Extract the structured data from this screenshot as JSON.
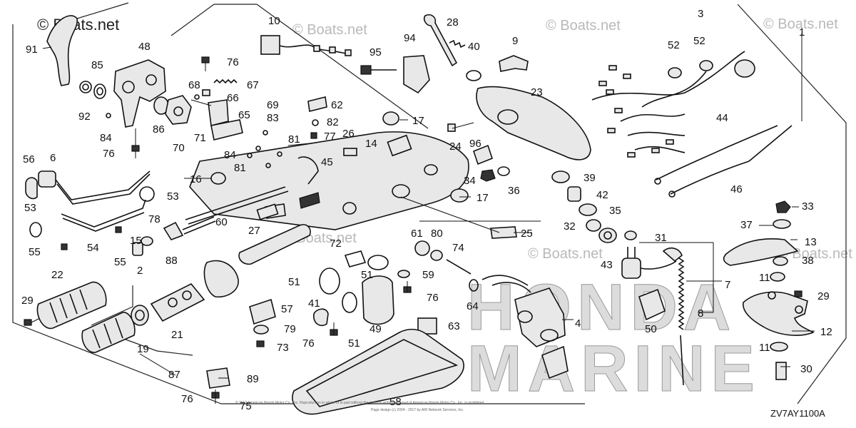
{
  "watermark": {
    "main": "© Boats.net",
    "repeat": "© Boats.net"
  },
  "brand_bg": {
    "line1": "HONDA",
    "line2": "MARINE"
  },
  "diagram_code": "ZV7AY1100A",
  "copyright_line1": "© 2013 American Honda Motor Co., Inc. Reproduction in whole or in part without the express written approval of American Honda Motor Co., Inc. is prohibited",
  "copyright_line2": "Page design (c) 2004 - 2017 by ARI Network Services, Inc.",
  "callouts": [
    {
      "id": "c1",
      "text": "1"
    },
    {
      "id": "c2",
      "text": "2"
    },
    {
      "id": "c3",
      "text": "3"
    },
    {
      "id": "c4",
      "text": "4"
    },
    {
      "id": "c6",
      "text": "6"
    },
    {
      "id": "c7",
      "text": "7"
    },
    {
      "id": "c8",
      "text": "8"
    },
    {
      "id": "c9",
      "text": "9"
    },
    {
      "id": "c10",
      "text": "10"
    },
    {
      "id": "c11a",
      "text": "11"
    },
    {
      "id": "c11b",
      "text": "11"
    },
    {
      "id": "c12",
      "text": "12"
    },
    {
      "id": "c13",
      "text": "13"
    },
    {
      "id": "c14",
      "text": "14"
    },
    {
      "id": "c15",
      "text": "15"
    },
    {
      "id": "c16",
      "text": "16"
    },
    {
      "id": "c17a",
      "text": "17"
    },
    {
      "id": "c17b",
      "text": "17"
    },
    {
      "id": "c19",
      "text": "19"
    },
    {
      "id": "c21",
      "text": "21"
    },
    {
      "id": "c22",
      "text": "22"
    },
    {
      "id": "c23",
      "text": "23"
    },
    {
      "id": "c24",
      "text": "24"
    },
    {
      "id": "c25",
      "text": "25"
    },
    {
      "id": "c26",
      "text": "26"
    },
    {
      "id": "c27",
      "text": "27"
    },
    {
      "id": "c28",
      "text": "28"
    },
    {
      "id": "c29a",
      "text": "29"
    },
    {
      "id": "c29b",
      "text": "29"
    },
    {
      "id": "c30",
      "text": "30"
    },
    {
      "id": "c31",
      "text": "31"
    },
    {
      "id": "c32",
      "text": "32"
    },
    {
      "id": "c33",
      "text": "33"
    },
    {
      "id": "c34",
      "text": "34"
    },
    {
      "id": "c35",
      "text": "35"
    },
    {
      "id": "c36",
      "text": "36"
    },
    {
      "id": "c37",
      "text": "37"
    },
    {
      "id": "c38",
      "text": "38"
    },
    {
      "id": "c39",
      "text": "39"
    },
    {
      "id": "c40",
      "text": "40"
    },
    {
      "id": "c41",
      "text": "41"
    },
    {
      "id": "c42",
      "text": "42"
    },
    {
      "id": "c43",
      "text": "43"
    },
    {
      "id": "c44",
      "text": "44"
    },
    {
      "id": "c45",
      "text": "45"
    },
    {
      "id": "c46",
      "text": "46"
    },
    {
      "id": "c48",
      "text": "48"
    },
    {
      "id": "c49",
      "text": "49"
    },
    {
      "id": "c50",
      "text": "50"
    },
    {
      "id": "c51a",
      "text": "51"
    },
    {
      "id": "c51b",
      "text": "51"
    },
    {
      "id": "c51c",
      "text": "51"
    },
    {
      "id": "c52a",
      "text": "52"
    },
    {
      "id": "c52b",
      "text": "52"
    },
    {
      "id": "c53a",
      "text": "53"
    },
    {
      "id": "c53b",
      "text": "53"
    },
    {
      "id": "c54",
      "text": "54"
    },
    {
      "id": "c55a",
      "text": "55"
    },
    {
      "id": "c55b",
      "text": "55"
    },
    {
      "id": "c56",
      "text": "56"
    },
    {
      "id": "c57",
      "text": "57"
    },
    {
      "id": "c58",
      "text": "58"
    },
    {
      "id": "c59",
      "text": "59"
    },
    {
      "id": "c60",
      "text": "60"
    },
    {
      "id": "c61",
      "text": "61"
    },
    {
      "id": "c62",
      "text": "62"
    },
    {
      "id": "c63",
      "text": "63"
    },
    {
      "id": "c64",
      "text": "64"
    },
    {
      "id": "c65",
      "text": "65"
    },
    {
      "id": "c66",
      "text": "66"
    },
    {
      "id": "c67",
      "text": "67"
    },
    {
      "id": "c68",
      "text": "68"
    },
    {
      "id": "c69",
      "text": "69"
    },
    {
      "id": "c70",
      "text": "70"
    },
    {
      "id": "c71",
      "text": "71"
    },
    {
      "id": "c72",
      "text": "72"
    },
    {
      "id": "c73",
      "text": "73"
    },
    {
      "id": "c74",
      "text": "74"
    },
    {
      "id": "c75",
      "text": "75"
    },
    {
      "id": "c76a",
      "text": "76"
    },
    {
      "id": "c76b",
      "text": "76"
    },
    {
      "id": "c76c",
      "text": "76"
    },
    {
      "id": "c76d",
      "text": "76"
    },
    {
      "id": "c76e",
      "text": "76"
    },
    {
      "id": "c77",
      "text": "77"
    },
    {
      "id": "c78",
      "text": "78"
    },
    {
      "id": "c79",
      "text": "79"
    },
    {
      "id": "c80",
      "text": "80"
    },
    {
      "id": "c81a",
      "text": "81"
    },
    {
      "id": "c81b",
      "text": "81"
    },
    {
      "id": "c82",
      "text": "82"
    },
    {
      "id": "c83",
      "text": "83"
    },
    {
      "id": "c84a",
      "text": "84"
    },
    {
      "id": "c84b",
      "text": "84"
    },
    {
      "id": "c85",
      "text": "85"
    },
    {
      "id": "c86",
      "text": "86"
    },
    {
      "id": "c87",
      "text": "87"
    },
    {
      "id": "c88",
      "text": "88"
    },
    {
      "id": "c89",
      "text": "89"
    },
    {
      "id": "c91",
      "text": "91"
    },
    {
      "id": "c92",
      "text": "92"
    },
    {
      "id": "c94",
      "text": "94"
    },
    {
      "id": "c95",
      "text": "95"
    },
    {
      "id": "c96",
      "text": "96"
    }
  ]
}
